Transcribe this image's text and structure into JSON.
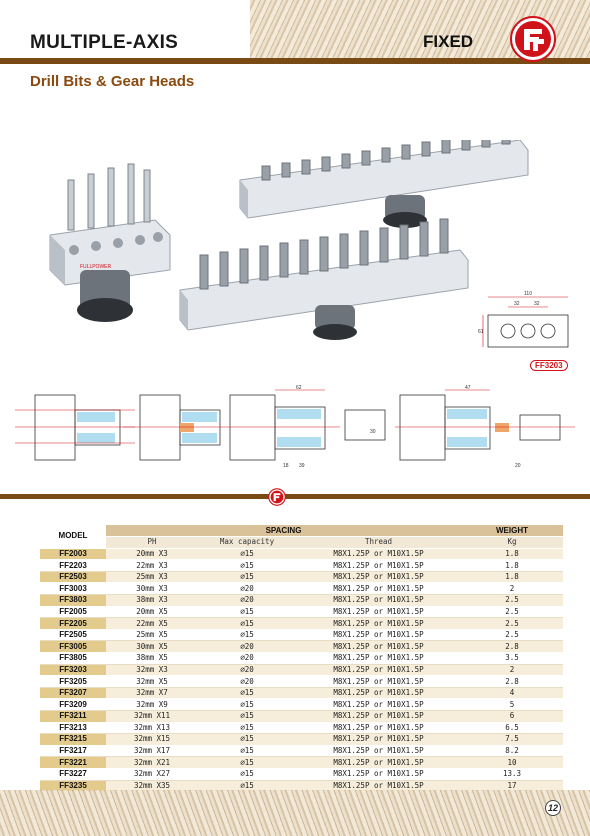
{
  "header": {
    "title": "MULTIPLE-AXIS",
    "fixed_label": "FIXED",
    "subtitle": "Drill Bits & Gear Heads"
  },
  "brand": {
    "logo_color": "#d0121a",
    "accent_brown": "#7a4a15",
    "product_label": "FULLPOWER"
  },
  "drawing": {
    "overall": "110",
    "pitch_a": "32",
    "pitch_b": "32",
    "height": "61",
    "model_label": "FF3203"
  },
  "tech": {
    "dim_62": "62",
    "dim_47": "47",
    "dim_39": "39",
    "dim_30": "30",
    "dim_20": "20",
    "dim_18": "18"
  },
  "table": {
    "model_header": "MODEL",
    "spacing_header": "SPACING",
    "weight_header": "WEIGHT",
    "sub_ph": "PH",
    "sub_capacity": "Max capacity",
    "sub_thread": "Thread",
    "sub_kg": "Kg",
    "rows": [
      {
        "model": "FF2003",
        "ph": "20mm X3",
        "cap": "∅15",
        "thread": "M8X1.25P or M10X1.5P",
        "kg": "1.8"
      },
      {
        "model": "FF2203",
        "ph": "22mm X3",
        "cap": "∅15",
        "thread": "M8X1.25P or M10X1.5P",
        "kg": "1.8"
      },
      {
        "model": "FF2503",
        "ph": "25mm X3",
        "cap": "∅15",
        "thread": "M8X1.25P or M10X1.5P",
        "kg": "1.8"
      },
      {
        "model": "FF3003",
        "ph": "30mm X3",
        "cap": "∅20",
        "thread": "M8X1.25P or M10X1.5P",
        "kg": "2"
      },
      {
        "model": "FF3803",
        "ph": "38mm X3",
        "cap": "∅20",
        "thread": "M8X1.25P or M10X1.5P",
        "kg": "2.5"
      },
      {
        "model": "FF2005",
        "ph": "20mm X5",
        "cap": "∅15",
        "thread": "M8X1.25P or M10X1.5P",
        "kg": "2.5"
      },
      {
        "model": "FF2205",
        "ph": "22mm X5",
        "cap": "∅15",
        "thread": "M8X1.25P or M10X1.5P",
        "kg": "2.5"
      },
      {
        "model": "FF2505",
        "ph": "25mm X5",
        "cap": "∅15",
        "thread": "M8X1.25P or M10X1.5P",
        "kg": "2.5"
      },
      {
        "model": "FF3005",
        "ph": "30mm X5",
        "cap": "∅20",
        "thread": "M8X1.25P or M10X1.5P",
        "kg": "2.8"
      },
      {
        "model": "FF3805",
        "ph": "38mm X5",
        "cap": "∅20",
        "thread": "M8X1.25P or M10X1.5P",
        "kg": "3.5"
      },
      {
        "model": "FF3203",
        "ph": "32mm X3",
        "cap": "∅20",
        "thread": "M8X1.25P or M10X1.5P",
        "kg": "2"
      },
      {
        "model": "FF3205",
        "ph": "32mm X5",
        "cap": "∅20",
        "thread": "M8X1.25P or M10X1.5P",
        "kg": "2.8"
      },
      {
        "model": "FF3207",
        "ph": "32mm X7",
        "cap": "∅15",
        "thread": "M8X1.25P or M10X1.5P",
        "kg": "4"
      },
      {
        "model": "FF3209",
        "ph": "32mm X9",
        "cap": "∅15",
        "thread": "M8X1.25P or M10X1.5P",
        "kg": "5"
      },
      {
        "model": "FF3211",
        "ph": "32mm X11",
        "cap": "∅15",
        "thread": "M8X1.25P or M10X1.5P",
        "kg": "6"
      },
      {
        "model": "FF3213",
        "ph": "32mm X13",
        "cap": "∅15",
        "thread": "M8X1.25P or M10X1.5P",
        "kg": "6.5"
      },
      {
        "model": "FF3215",
        "ph": "32mm X15",
        "cap": "∅15",
        "thread": "M8X1.25P or M10X1.5P",
        "kg": "7.5"
      },
      {
        "model": "FF3217",
        "ph": "32mm X17",
        "cap": "∅15",
        "thread": "M8X1.25P or M10X1.5P",
        "kg": "8.2"
      },
      {
        "model": "FF3221",
        "ph": "32mm X21",
        "cap": "∅15",
        "thread": "M8X1.25P or M10X1.5P",
        "kg": "10"
      },
      {
        "model": "FF3227",
        "ph": "32mm X27",
        "cap": "∅15",
        "thread": "M8X1.25P or M10X1.5P",
        "kg": "13.3"
      },
      {
        "model": "FF3235",
        "ph": "32mm X35",
        "cap": "∅15",
        "thread": "M8X1.25P or M10X1.5P",
        "kg": "17"
      }
    ]
  },
  "footer": {
    "page_number": "12"
  }
}
